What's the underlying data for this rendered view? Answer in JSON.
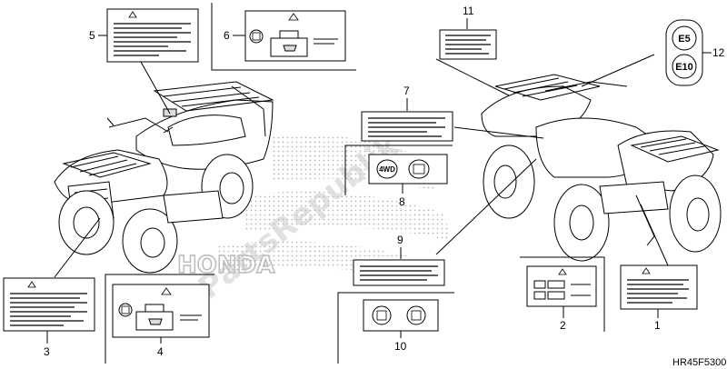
{
  "watermark": "PartsRepublik",
  "brand_mark": "HONDA",
  "diagram_code": "HR45F5300",
  "callouts": {
    "n1": "1",
    "n2": "2",
    "n3": "3",
    "n4": "4",
    "n5": "5",
    "n6": "6",
    "n7": "7",
    "n8": "8",
    "n9": "9",
    "n10": "10",
    "n11": "11",
    "n12": "12"
  },
  "label_icons": {
    "fourwd": "4WD",
    "fuel_badge_top": "E5",
    "fuel_badge_bottom": "E10"
  }
}
